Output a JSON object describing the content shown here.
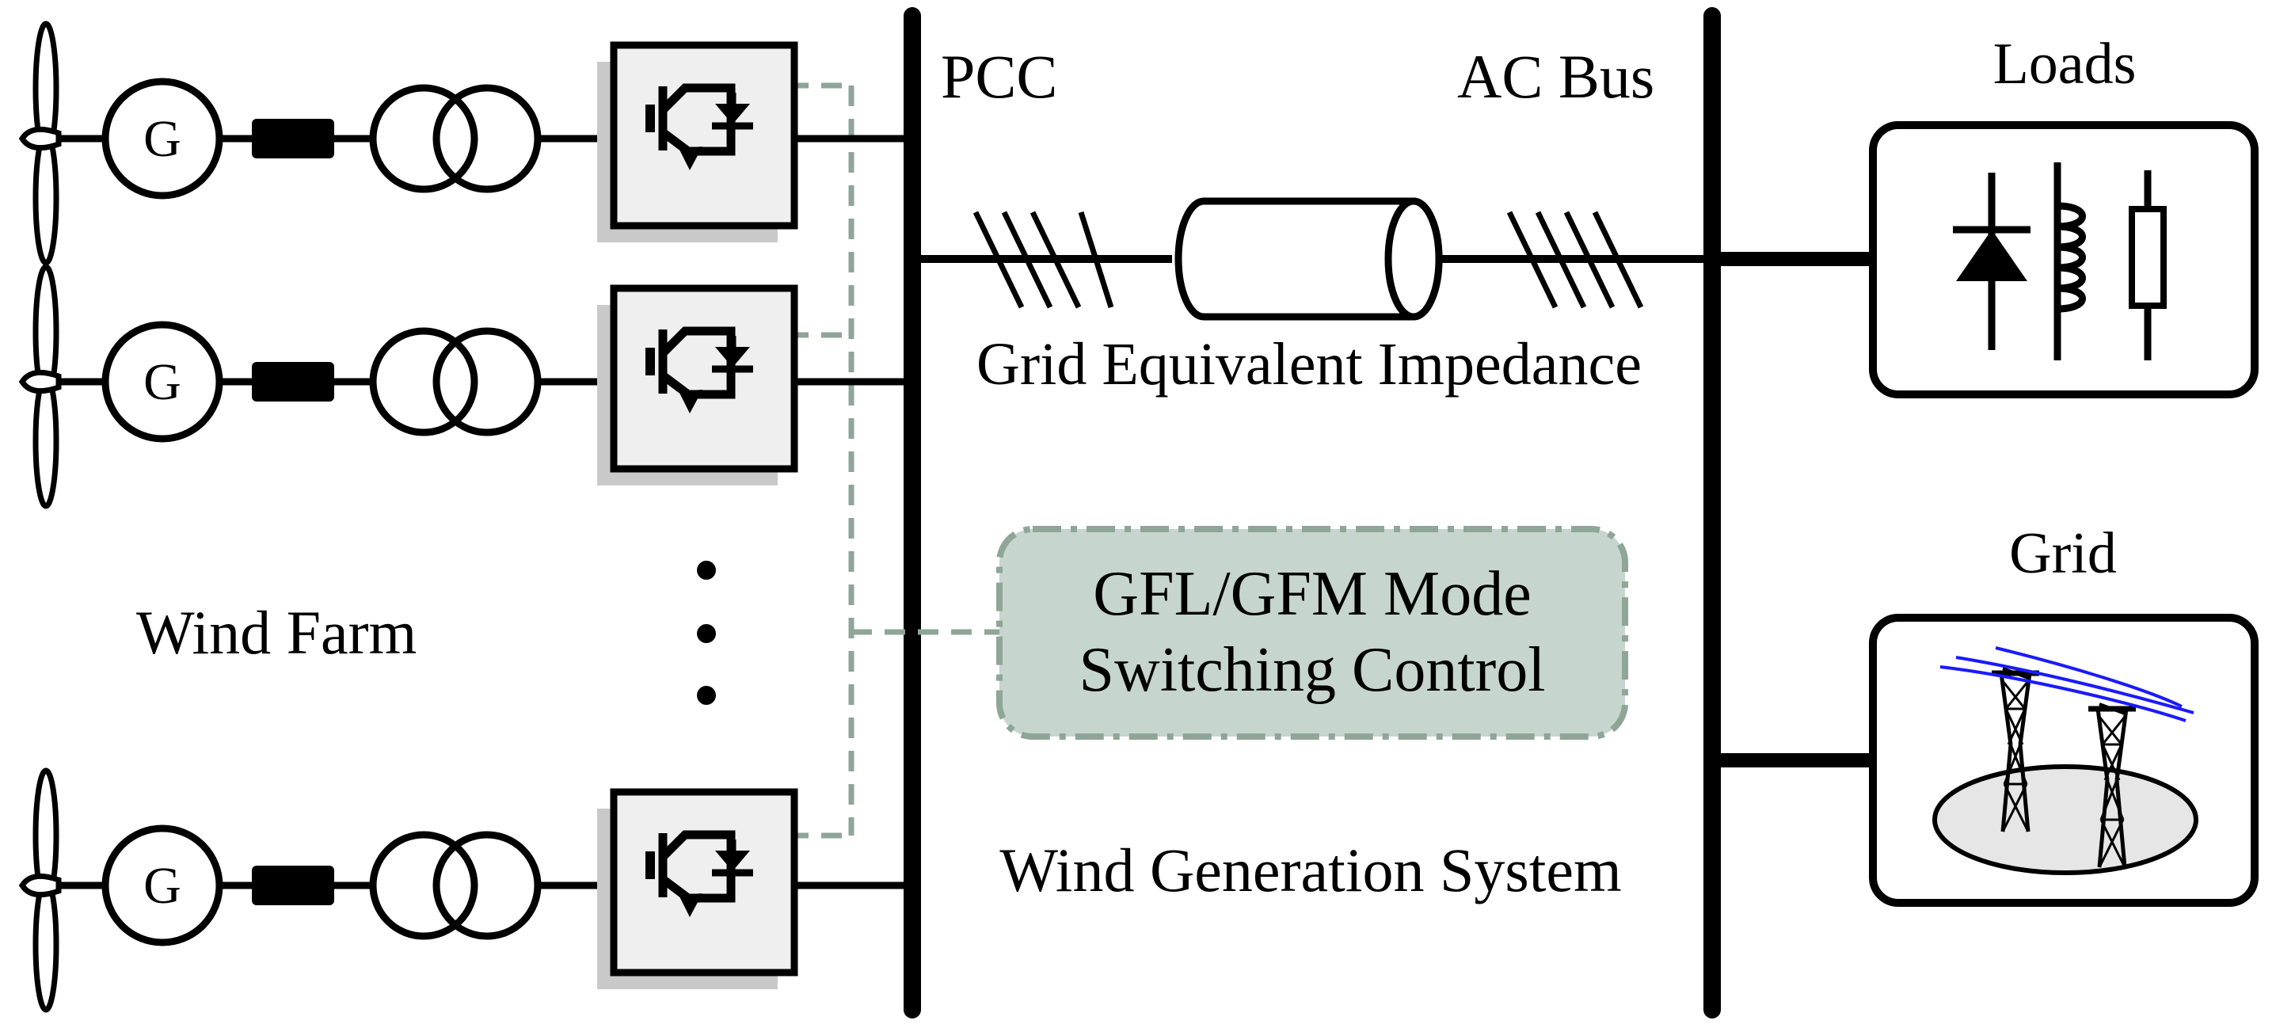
{
  "labels": {
    "pcc": "PCC",
    "ac_bus": "AC Bus",
    "loads": "Loads",
    "grid": "Grid",
    "impedance": "Grid Equivalent Impedance",
    "wind_farm": "Wind Farm",
    "system": "Wind Generation System",
    "control_line1": "GFL/GFM Mode",
    "control_line2": "Switching Control"
  },
  "generator_symbol": "G",
  "colors": {
    "line": "#000000",
    "converter_fill": "#efefef",
    "converter_shadow": "#c9c9c9",
    "control_fill": "#c6d5cd",
    "control_border": "#8fa598",
    "signal_dash": "#8fa598",
    "grid_ground": "#e6e6e6",
    "power_lines": "#1a1aff"
  },
  "icons": [
    "wind-turbine-icon",
    "generator-icon",
    "gearbox-icon",
    "transformer-icon",
    "igbt-converter-icon",
    "transmission-line-icon",
    "diode-icon",
    "inductor-icon",
    "resistor-icon",
    "transmission-tower-icon"
  ]
}
